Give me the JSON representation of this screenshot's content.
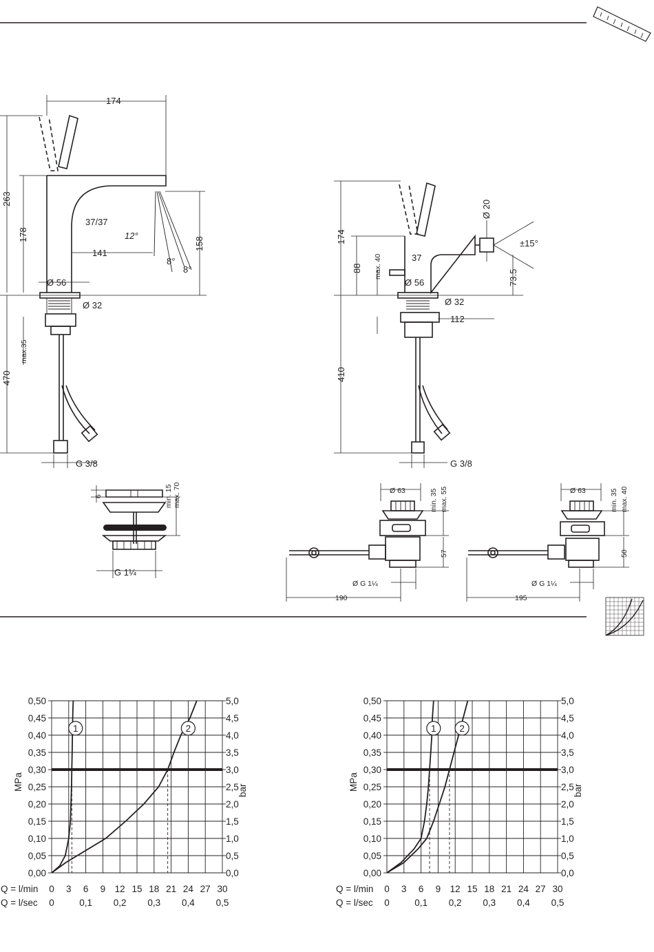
{
  "faucet": {
    "dim_width": "174",
    "dim_height_total": "263",
    "dim_height_body": "178",
    "dim_spout_reach": "141",
    "dim_angle_12": "12°",
    "dim_angle_8a": "8°",
    "dim_angle_8b": "8°",
    "dim_outlet_height": "158",
    "dim_3737": "37/37",
    "dim_base_dia": "Ø 56",
    "dim_shank_dia": "Ø 32",
    "dim_below": "470",
    "dim_max35": "max.35",
    "dim_thread": "G 3/8"
  },
  "bidet": {
    "dim_height": "174",
    "dim_dia20": "Ø 20",
    "dim_body": "88",
    "dim_max40": "max. 40",
    "dim_swivel": "±15°",
    "dim_spout": "37",
    "dim_outlet": "73.5",
    "dim_base_dia": "Ø 56",
    "dim_shank_dia": "Ø 32",
    "dim_112": "112",
    "dim_below": "410",
    "dim_thread": "G 3/8"
  },
  "drain1": {
    "dim_6": "6",
    "dim_min": "min. 15",
    "dim_max": "max. 70",
    "dim_thread": "G 1¼"
  },
  "drain2": {
    "dim_dia": "Ø 63",
    "dim_min": "min. 35",
    "dim_max": "max. 55",
    "dim_57": "57",
    "dim_thread": "Ø G 1¼",
    "dim_len": "190"
  },
  "drain3": {
    "dim_dia": "Ø 63",
    "dim_min": "min. 35",
    "dim_max": "max. 40",
    "dim_50": "50",
    "dim_thread": "Ø G 1¼",
    "dim_len": "195"
  },
  "chart_data": [
    {
      "type": "line",
      "ylabel": "MPa",
      "y2label": "bar",
      "yticks": [
        "0,00",
        "0,05",
        "0,10",
        "0,15",
        "0,20",
        "0,25",
        "0,30",
        "0,35",
        "0,40",
        "0,45",
        "0,50"
      ],
      "y2ticks": [
        "0,0",
        "0,5",
        "1,0",
        "1,5",
        "2,0",
        "2,5",
        "3,0",
        "3,5",
        "4,0",
        "4,5",
        "5,0"
      ],
      "xlabel": "Q = l/min",
      "xticks": [
        "0",
        "3",
        "6",
        "9",
        "12",
        "15",
        "18",
        "21",
        "24",
        "27",
        "30"
      ],
      "x2label": "Q = l/sec",
      "x2ticks": [
        "0",
        "0,1",
        "0,2",
        "0,3",
        "0,4",
        "0,5"
      ],
      "xlim": [
        0,
        30
      ],
      "ylim": [
        0,
        0.5
      ],
      "reference_line": 0.3,
      "series": [
        {
          "name": "1",
          "x": [
            0,
            1.4,
            2.4,
            3.0,
            3.3,
            3.4,
            3.5,
            3.55,
            3.6,
            3.65,
            3.7,
            3.75,
            3.8
          ],
          "y": [
            0,
            0.02,
            0.05,
            0.1,
            0.15,
            0.2,
            0.25,
            0.3,
            0.35,
            0.4,
            0.45,
            0.48,
            0.5
          ],
          "marker_x": 4.2
        },
        {
          "name": "2",
          "x": [
            0,
            2.5,
            5.5,
            9.5,
            13,
            16.2,
            18.8,
            20.4,
            21.5,
            22.7,
            24.3,
            25.5
          ],
          "y": [
            0,
            0.03,
            0.06,
            0.1,
            0.15,
            0.2,
            0.25,
            0.3,
            0.35,
            0.4,
            0.45,
            0.5
          ],
          "marker_x": 24
        }
      ]
    },
    {
      "type": "line",
      "ylabel": "MPa",
      "y2label": "bar",
      "yticks": [
        "0,00",
        "0,05",
        "0,10",
        "0,15",
        "0,20",
        "0,25",
        "0,30",
        "0,35",
        "0,40",
        "0,45",
        "0,50"
      ],
      "y2ticks": [
        "0,0",
        "0,5",
        "1,0",
        "1,5",
        "2,0",
        "2,5",
        "3,0",
        "3,5",
        "4,0",
        "4,5",
        "5,0"
      ],
      "xlabel": "Q = l/min",
      "xticks": [
        "0",
        "3",
        "6",
        "9",
        "12",
        "15",
        "18",
        "21",
        "24",
        "27",
        "30"
      ],
      "x2label": "Q = l/sec",
      "x2ticks": [
        "0",
        "0,1",
        "0,2",
        "0,3",
        "0,4",
        "0,5"
      ],
      "xlim": [
        0,
        30
      ],
      "ylim": [
        0,
        0.5
      ],
      "reference_line": 0.3,
      "series": [
        {
          "name": "1",
          "x": [
            0,
            2.5,
            4.8,
            6.0,
            6.6,
            7.0,
            7.3,
            7.5,
            7.7,
            7.9,
            8.0,
            8.2
          ],
          "y": [
            0,
            0.03,
            0.07,
            0.1,
            0.15,
            0.2,
            0.25,
            0.3,
            0.35,
            0.4,
            0.45,
            0.5
          ],
          "marker_x": 8.2
        },
        {
          "name": "2",
          "x": [
            0,
            3.0,
            5.5,
            7.0,
            8.2,
            9.2,
            10.2,
            11.0,
            11.8,
            12.6,
            13.4,
            14.2
          ],
          "y": [
            0,
            0.03,
            0.07,
            0.1,
            0.15,
            0.2,
            0.25,
            0.3,
            0.35,
            0.4,
            0.45,
            0.5
          ],
          "marker_x": 13.2
        }
      ]
    }
  ]
}
